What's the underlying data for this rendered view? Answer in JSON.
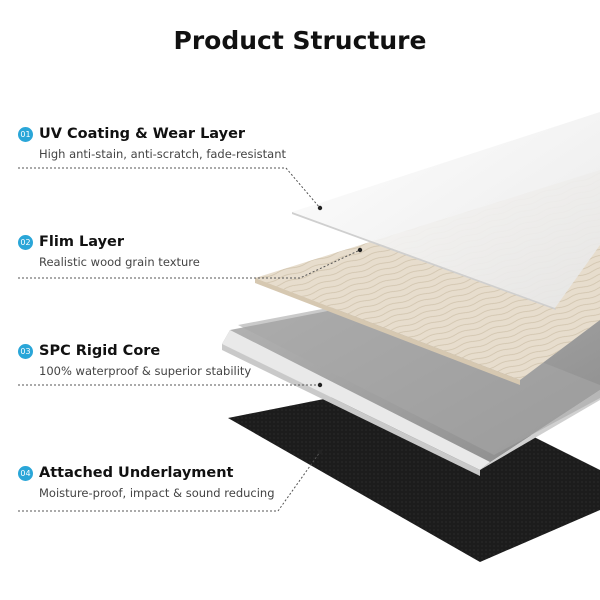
{
  "title": "Product Structure",
  "layers": [
    {
      "num": "01",
      "name": "UV Coating & Wear Layer",
      "desc": "High anti-stain, anti-scratch, fade-resistant"
    },
    {
      "num": "02",
      "name": "Flim Layer",
      "desc": "Realistic wood grain texture"
    },
    {
      "num": "03",
      "name": "SPC Rigid Core",
      "desc": "100% waterproof & superior stability"
    },
    {
      "num": "04",
      "name": "Attached Underlayment",
      "desc": "Moisture-proof, impact & sound reducing"
    }
  ],
  "colors": {
    "badge": "#2aa6d8",
    "wear_layer": "#f3f3f3",
    "wood_film": "#e7ddcd",
    "core": "#9a9a9a",
    "underlayment": "#1c1c1c"
  }
}
